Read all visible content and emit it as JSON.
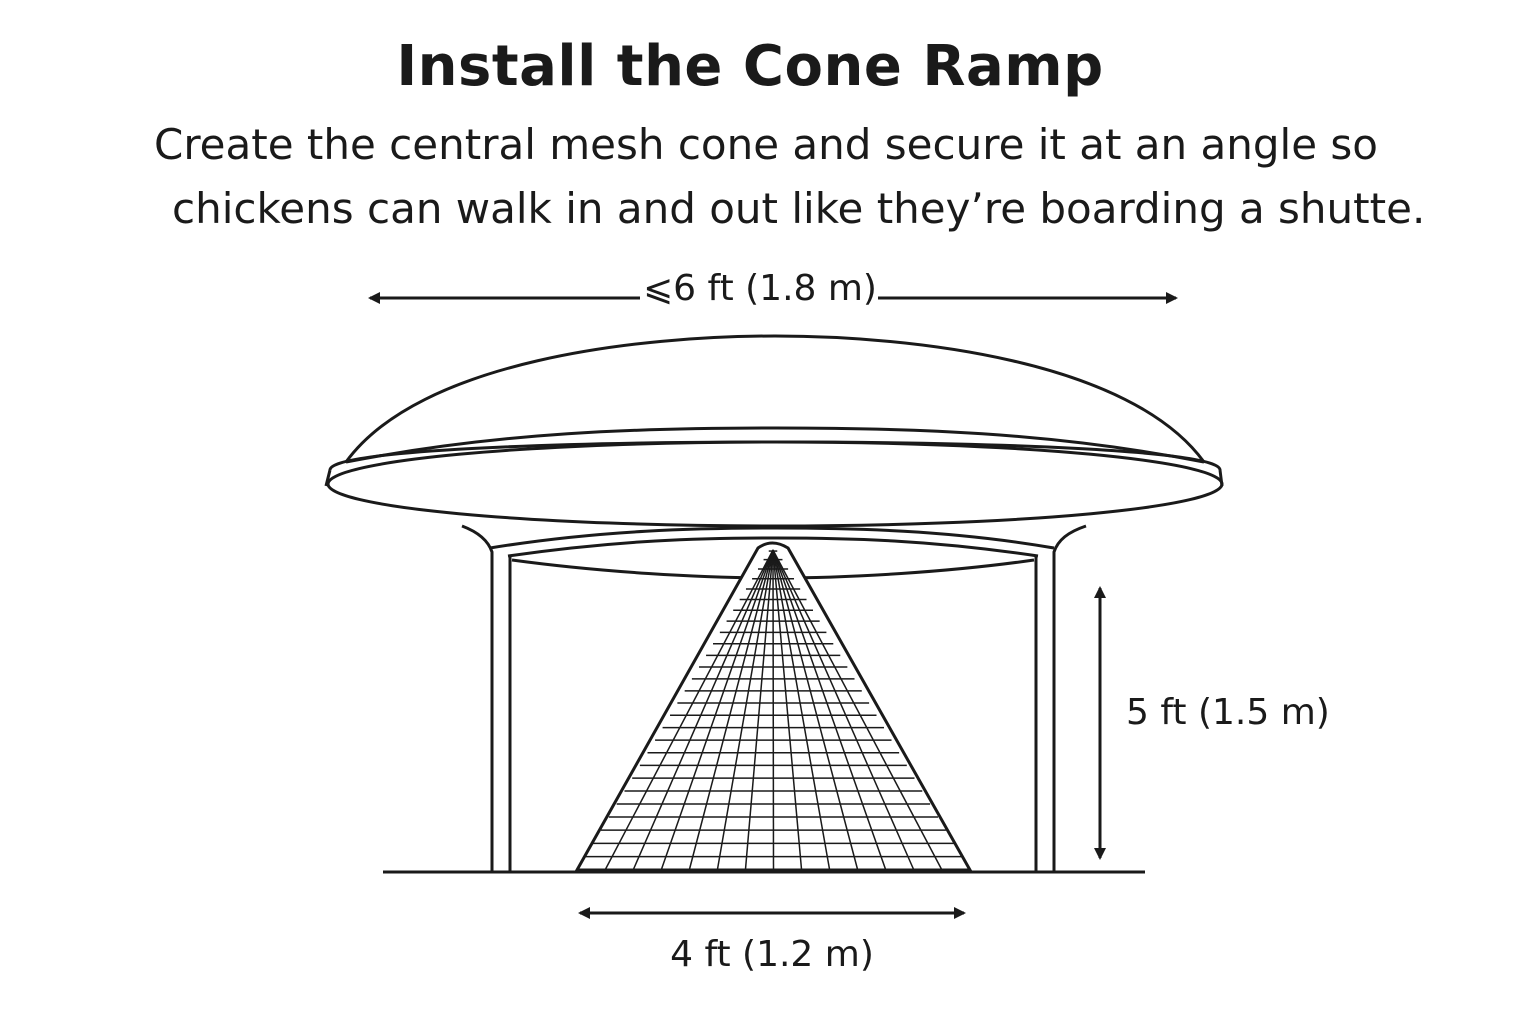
{
  "title": "Install the Cone Ramp",
  "description_line1": "Create the central mesh cone and secure it at an angle so",
  "description_line2": "chickens can walk in and out like they’re boarding a shutte.",
  "dimensions": {
    "top_width": "⩽6 ft (1.8 m)",
    "height": "5 ft (1.5 m)",
    "base_width": "4 ft (1.2 m)"
  }
}
